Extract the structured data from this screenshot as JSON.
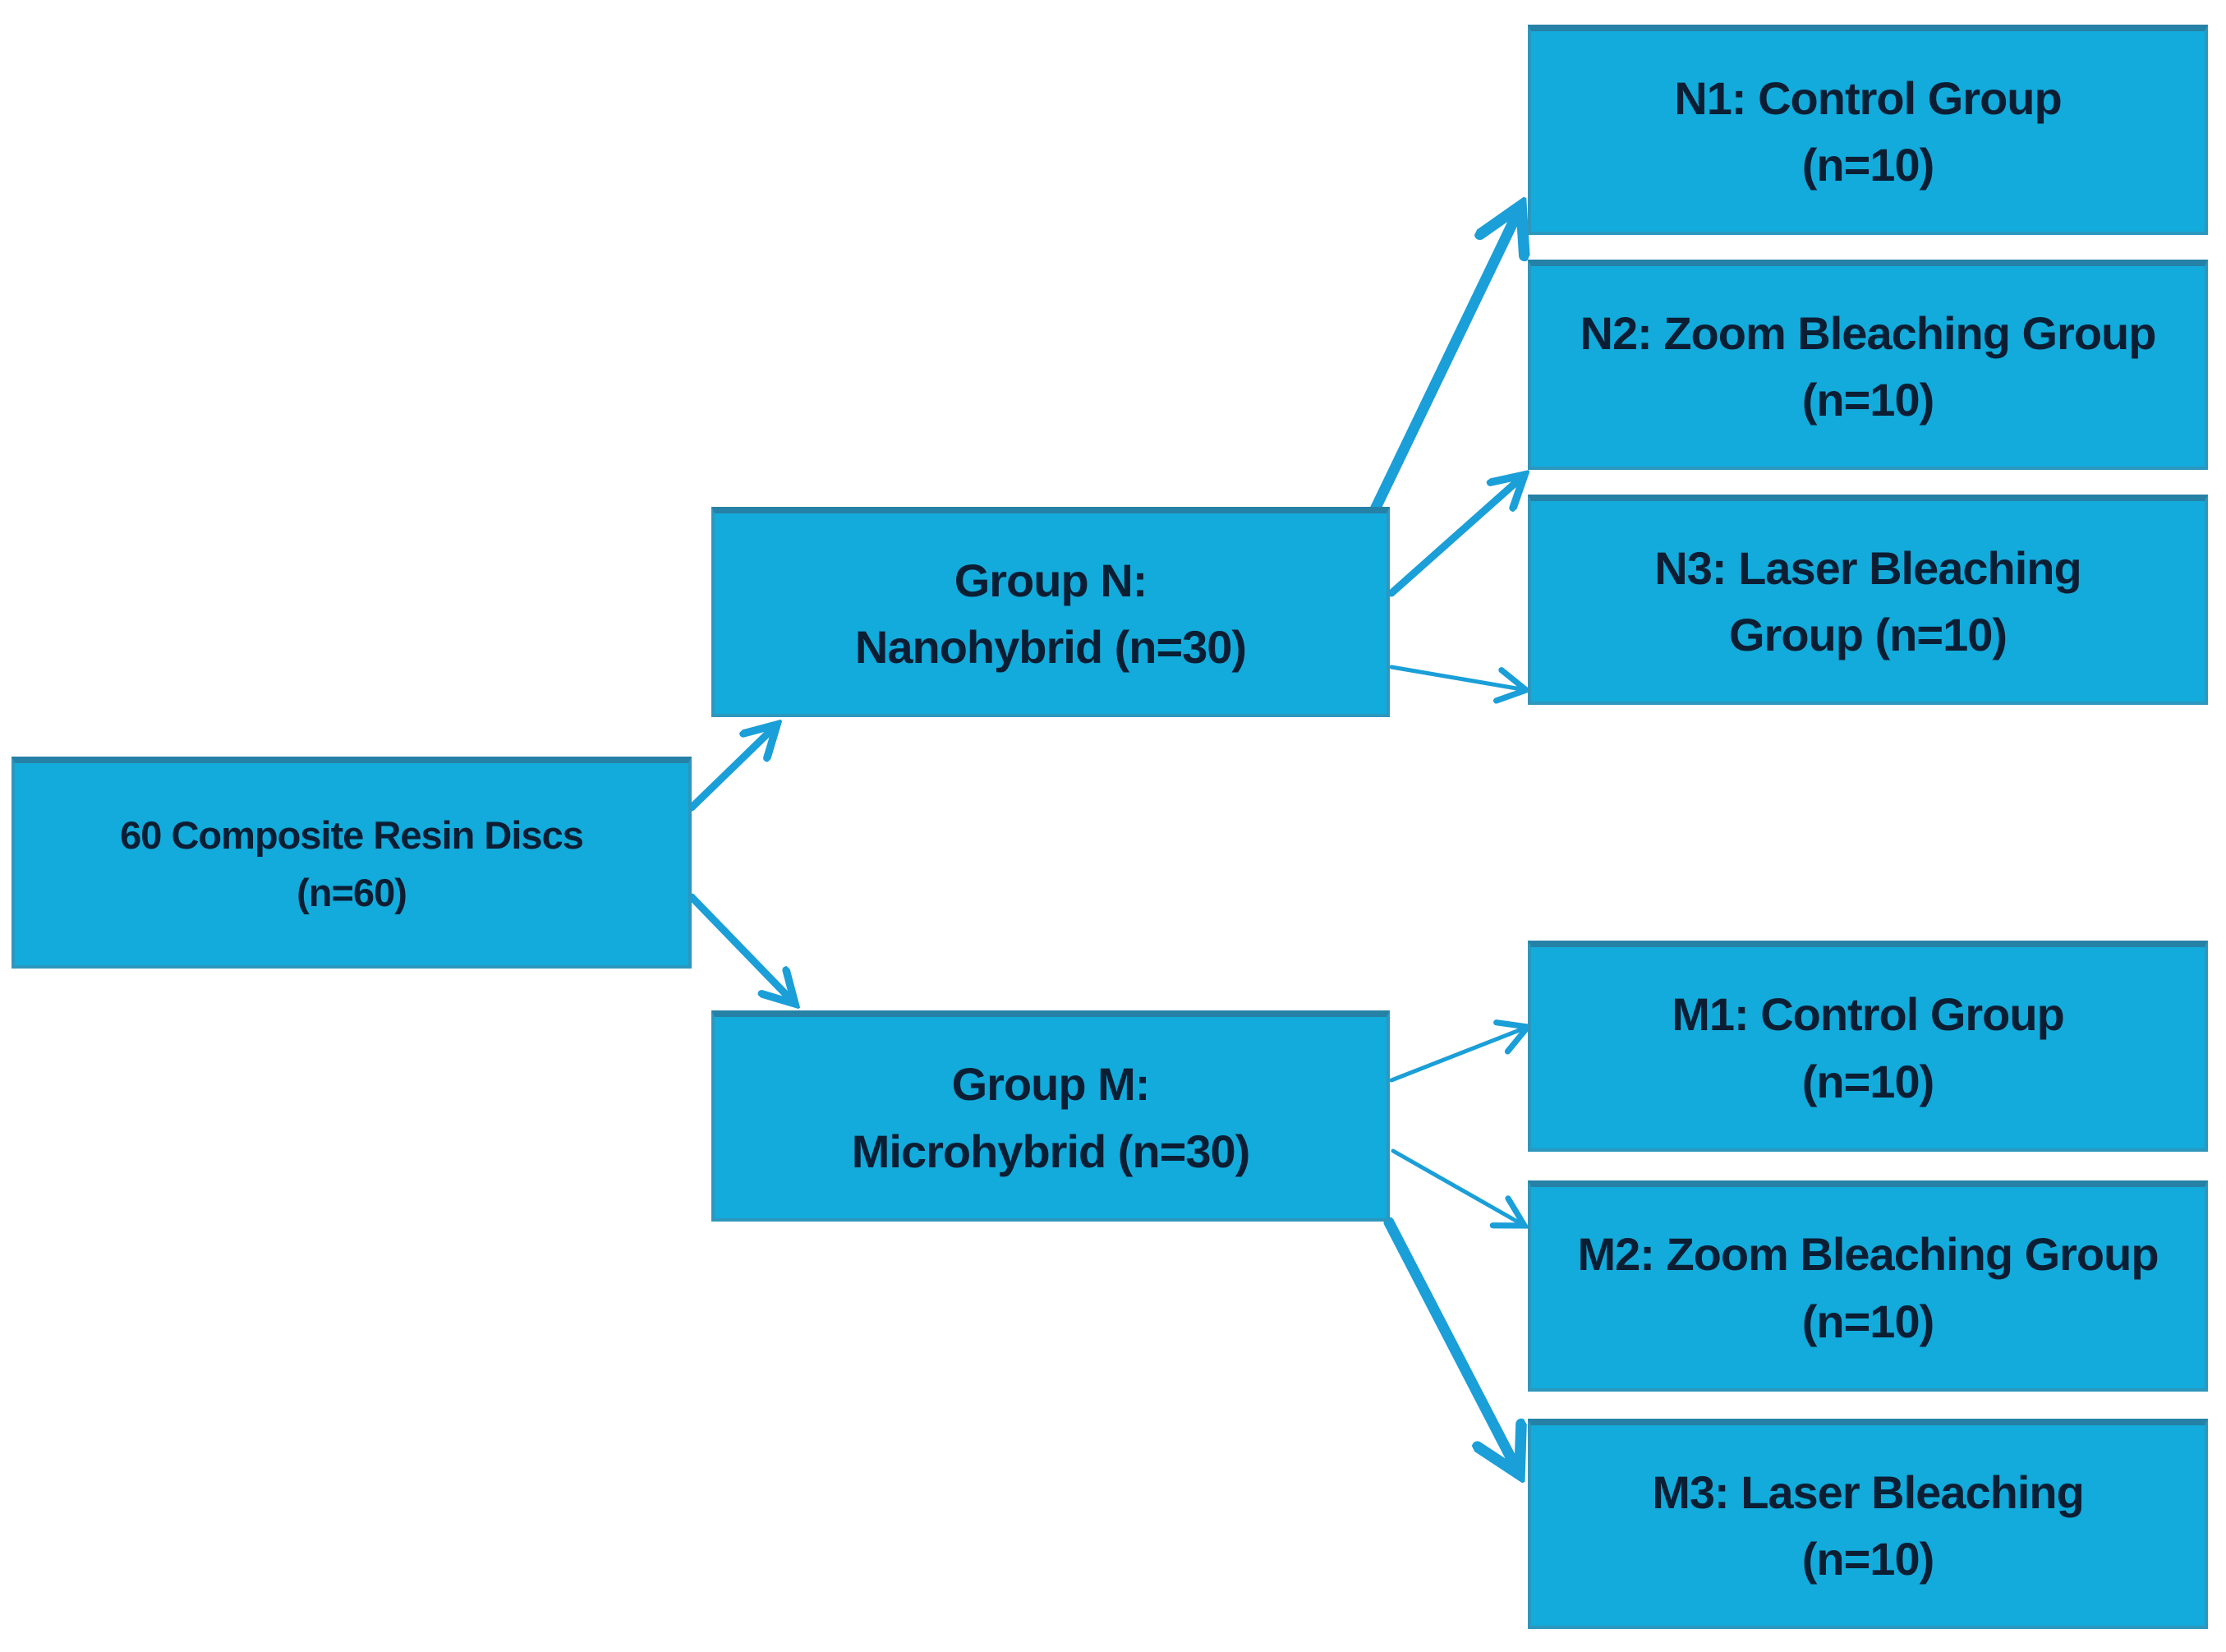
{
  "diagram": {
    "type": "flowchart",
    "colors": {
      "bg": "#ffffff",
      "box-fill": "#12abdb",
      "arrow": "#1a9fd8",
      "text": "#0c1e33"
    },
    "nodes": {
      "root": {
        "line1": "60 Composite Resin Discs",
        "line2": "(n=60)"
      },
      "group_n": {
        "line1": "Group N:",
        "line2": "Nanohybrid (n=30)"
      },
      "group_m": {
        "line1": "Group M:",
        "line2": "Microhybrid (n=30)"
      },
      "n1": {
        "line1": "N1: Control Group",
        "line2": "(n=10)"
      },
      "n2": {
        "line1": "N2: Zoom Bleaching Group",
        "line2": "(n=10)"
      },
      "n3": {
        "line1": "N3: Laser Bleaching",
        "line2": "Group (n=10)"
      },
      "m1": {
        "line1": "M1: Control Group",
        "line2": "(n=10)"
      },
      "m2": {
        "line1": "M2: Zoom Bleaching Group",
        "line2": "(n=10)"
      },
      "m3": {
        "line1": "M3: Laser Bleaching",
        "line2": "(n=10)"
      }
    },
    "edges": [
      "root -> group_n",
      "root -> group_m",
      "group_n -> n1",
      "group_n -> n2",
      "group_n -> n3",
      "group_m -> m1",
      "group_m -> m2",
      "group_m -> m3"
    ]
  }
}
